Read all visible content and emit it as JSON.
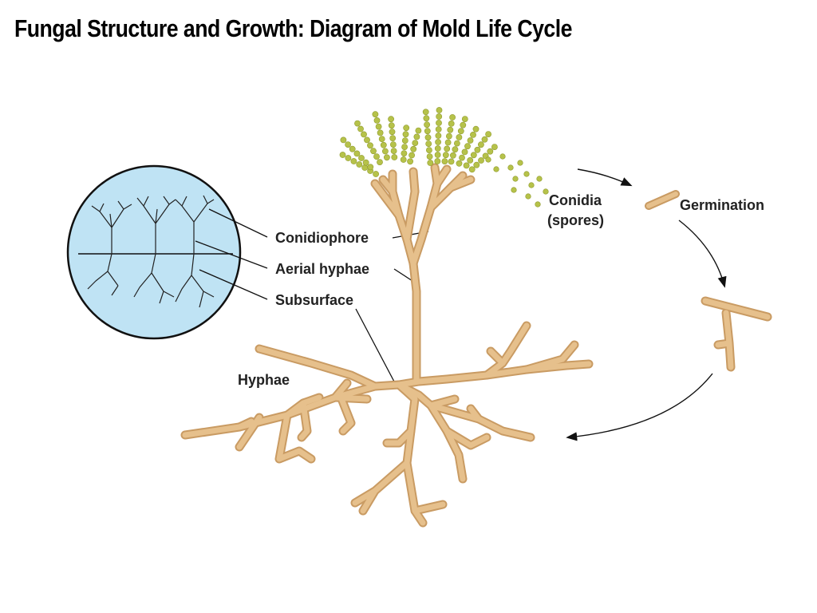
{
  "title": "Fungal Structure and Growth: Diagram of Mold Life Cycle",
  "labels": {
    "conidiophore": "Conidiophore",
    "aerial_hyphae": "Aerial hyphae",
    "subsurface": "Subsurface",
    "hyphae": "Hyphae",
    "conidia_line1": "Conidia",
    "conidia_line2": "(spores)",
    "germination": "Germination"
  },
  "colors": {
    "hypha_fill": "#e6c08c",
    "hypha_outline": "#c99b63",
    "spore": "#b6c24a",
    "inset_circle": "#bfe3f4"
  }
}
